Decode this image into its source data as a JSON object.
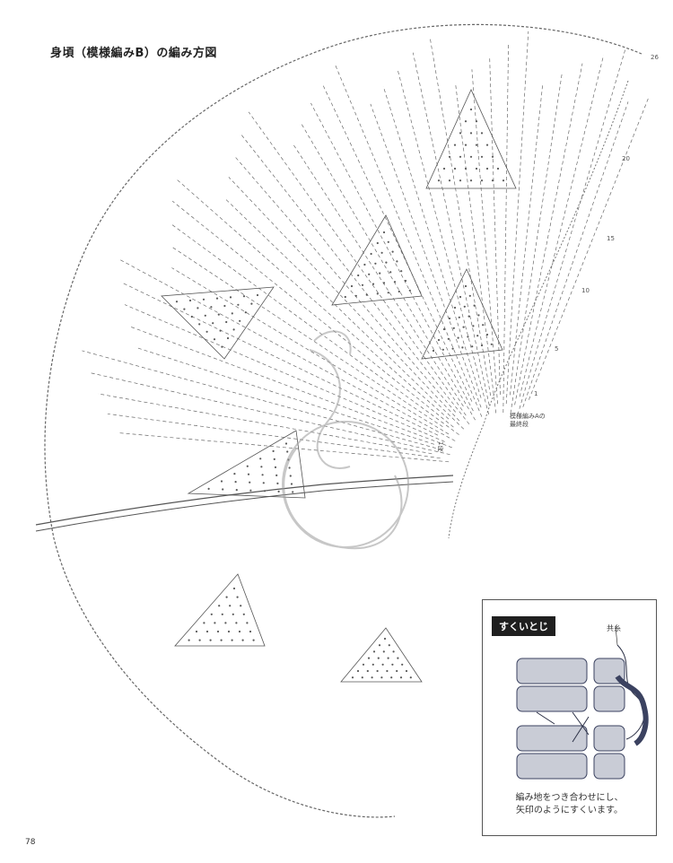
{
  "page": {
    "title": "身頃（模様編みB）の編み方図",
    "page_number": "78"
  },
  "chart": {
    "row_numbers": [
      "26",
      "20",
      "15",
      "10",
      "5",
      "1"
    ],
    "note_line1": "模様編みAの",
    "note_line2": "最終段",
    "start_label": "1段"
  },
  "inset": {
    "title": "すくいとじ",
    "yarn_label": "共糸",
    "caption_line1": "編み地をつき合わせにし、",
    "caption_line2": "矢印のようにすくいます。"
  },
  "colors": {
    "line": "#5a5a5a",
    "yarn_fill": "#c9ccd6",
    "yarn_stroke": "#3b4260",
    "watermark": "#9a9a9a"
  }
}
